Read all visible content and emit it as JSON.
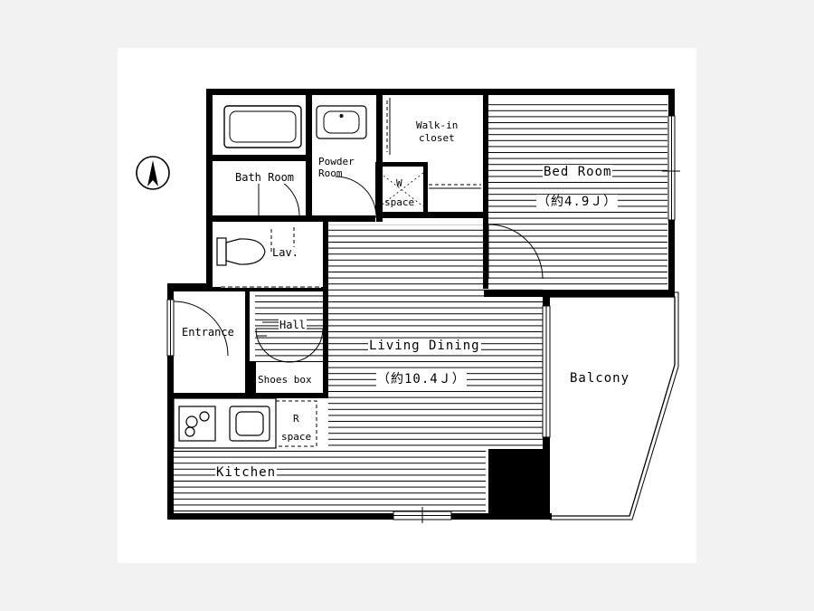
{
  "rooms": {
    "bath": "Bath Room",
    "powder_1": "Powder",
    "powder_2": "Room",
    "walkin_1": "Walk-in",
    "walkin_2": "closet",
    "w_space_1": "W",
    "w_space_2": "space",
    "bed": "Bed Room",
    "bed_area": "（約4.9Ｊ）",
    "lav": "Lav.",
    "entrance": "Entrance",
    "hall": "Hall",
    "shoes_box": "Shoes box",
    "living": "Living Dining",
    "living_area": "（約10.4Ｊ）",
    "balcony": "Balcony",
    "r_space_1": "R",
    "r_space_2": "space",
    "kitchen": "Kitchen"
  },
  "colors": {
    "wall": "#000000",
    "floor_hatch": "#000000",
    "page": "#f2f2f2",
    "paper": "#ffffff"
  },
  "icons": [
    "north-arrow-icon",
    "bathtub-icon",
    "washbasin-icon",
    "toilet-icon",
    "stove-icon",
    "sink-icon"
  ]
}
